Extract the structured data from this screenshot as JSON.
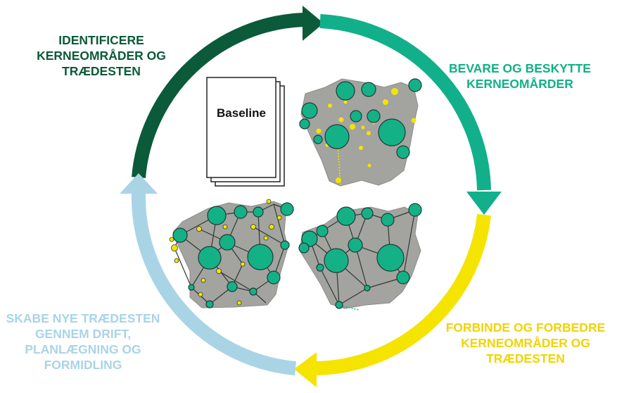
{
  "labels": {
    "identify": [
      "IDENTIFICERE",
      "KERNEOMRÅDER OG",
      "TRÆDESTEN"
    ],
    "protect": [
      "BEVARE OG BESKYTTE",
      "KERNEOMÅRDER"
    ],
    "connect": [
      "FORBINDE OG FORBEDRE",
      "KERNEOMRÅDER OG",
      "TRÆDESTEN"
    ],
    "create": [
      "SKABE NYE TRÆDESTEN",
      "GENNEM DRIFT,",
      "PLANLÆGNING OG",
      "FORMIDLING"
    ]
  },
  "baseline": {
    "title": "Baseline"
  },
  "colors": {
    "identify": "#0b5a3a",
    "protect": "#12b08a",
    "connect": "#f2d400",
    "create": "#a9d4e6",
    "core_area": "#14b187",
    "stepping_stone": "#f5e300",
    "map_fill": "#a3a3a0"
  }
}
